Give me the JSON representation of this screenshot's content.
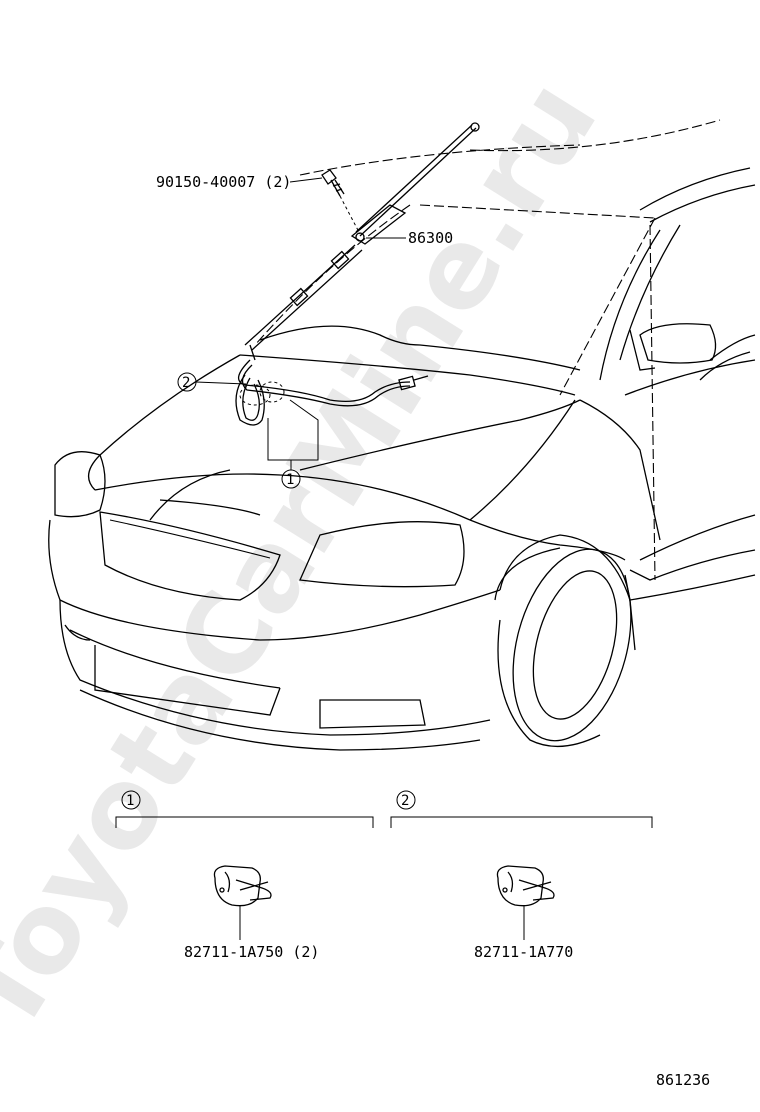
{
  "watermark": "ToyotaCarMine.ru",
  "parts": {
    "screw": "90150-40007 (2)",
    "antenna": "86300",
    "clamp_1": "82711-1A750 (2)",
    "clamp_2": "82711-1A770"
  },
  "callouts": {
    "one": "1",
    "two": "2"
  },
  "illustration_number": "861236"
}
